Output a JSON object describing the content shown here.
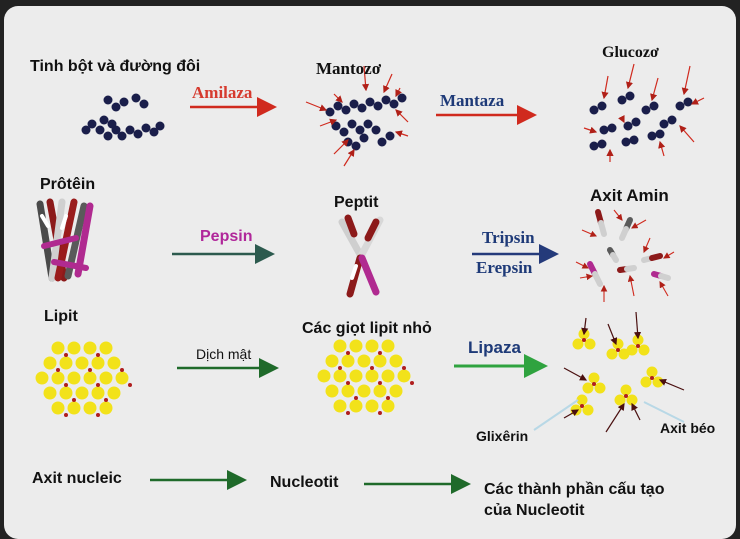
{
  "labels": {
    "starch": "Tinh bột và đường đôi",
    "maltose": "Mantozơ",
    "glucose": "Glucozơ",
    "amylase": "Amilaza",
    "maltase": "Mantaza",
    "protein": "Prôtêin",
    "peptide": "Peptit",
    "amino_acid": "Axit Amin",
    "pepsin": "Pepsin",
    "trypsin": "Tripsin",
    "erepsin": "Erepsin",
    "lipid": "Lipit",
    "bile": "Dịch mật",
    "lipid_droplets": "Các giọt lipit nhỏ",
    "lipase": "Lipaza",
    "glycerin": "Glixêrin",
    "fatty_acid": "Axit béo",
    "nucleic_acid": "Axit nucleic",
    "nucleotide": "Nucleotit",
    "nucleotide_parts_line1": "Các thành phần cấu tạo",
    "nucleotide_parts_line2": "của Nucleotit"
  },
  "colors": {
    "amylase": "#d63a2e",
    "maltase": "#1e3a78",
    "pepsin": "#b0279a",
    "trypsin": "#1e3a78",
    "lipase": "#1e3a78",
    "arrow_red": "#d02a1e",
    "arrow_navy": "#243a7a",
    "arrow_dark_green": "#1f6a2a",
    "arrow_green": "#2fa33f",
    "molecule": "#1a1e4a",
    "lipid_yellow": "#f2e21a",
    "lipid_red": "#b01e1e"
  }
}
